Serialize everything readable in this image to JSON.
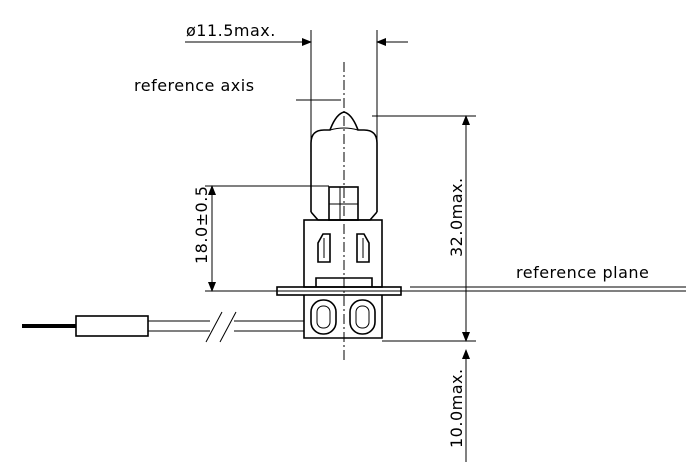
{
  "labels": {
    "diameter": "ø11.5max.",
    "reference_axis": "reference axis",
    "reference_plane": "reference plane",
    "height_32": "32.0max.",
    "height_18": "18.0±0.5",
    "height_10": "10.0max."
  }
}
